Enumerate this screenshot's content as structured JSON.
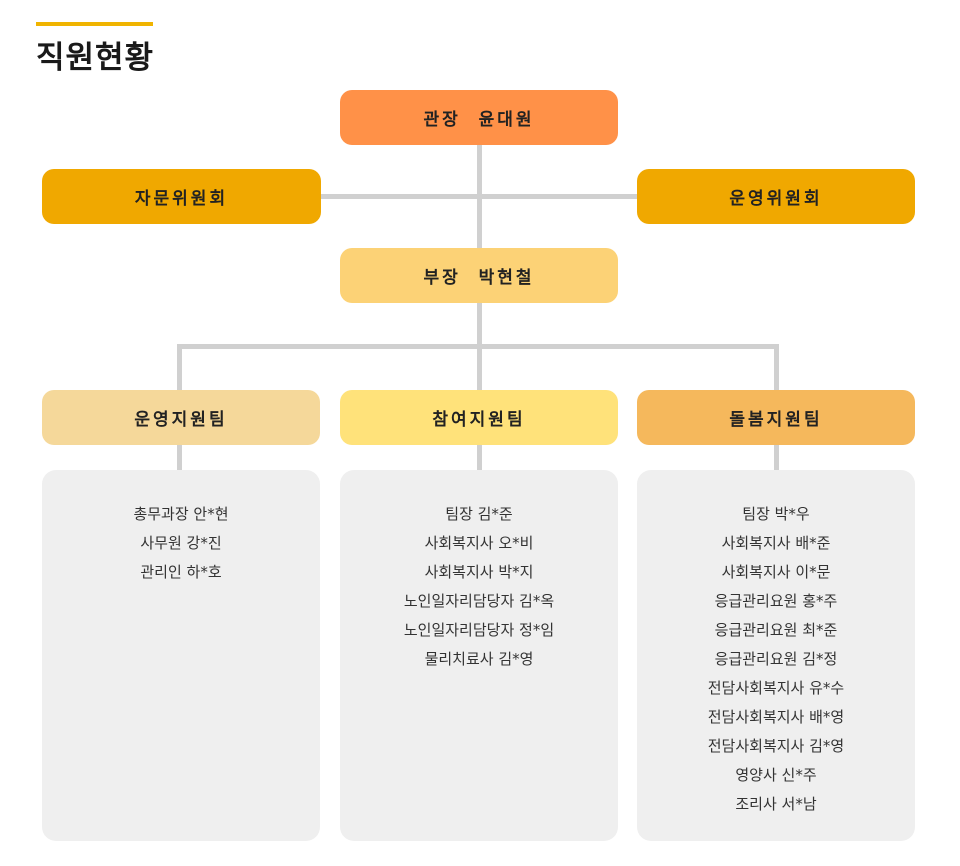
{
  "page": {
    "title": "직원현황"
  },
  "director": {
    "label": "관장  윤대원"
  },
  "advisory_committee": {
    "label": "자문위원회"
  },
  "operating_committee": {
    "label": "운영위원회"
  },
  "deputy": {
    "label": "부장  박현철"
  },
  "teams": [
    {
      "name": "운영지원팀",
      "color": "#f5d89a",
      "members": [
        "총무과장 안*현",
        "사무원 강*진",
        "관리인 하*호"
      ]
    },
    {
      "name": "참여지원팀",
      "color": "#ffe27a",
      "members": [
        "팀장 김*준",
        "사회복지사 오*비",
        "사회복지사 박*지",
        "노인일자리담당자 김*옥",
        "노인일자리담당자 정*임",
        "물리치료사 김*영"
      ]
    },
    {
      "name": "돌봄지원팀",
      "color": "#f5b85c",
      "members": [
        "팀장 박*우",
        "사회복지사 배*준",
        "사회복지사 이*문",
        "응급관리요원 홍*주",
        "응급관리요원 최*준",
        "응급관리요원 김*정",
        "전담사회복지사 유*수",
        "전담사회복지사 배*영",
        "전담사회복지사 김*영",
        "영양사 신*주",
        "조리사 서*남"
      ]
    }
  ],
  "colors": {
    "director": "#ff9148",
    "committee": "#f0a800",
    "deputy": "#fcd276",
    "connector": "#d0d0d0",
    "panel": "#efefef",
    "accent": "#f0b400"
  }
}
